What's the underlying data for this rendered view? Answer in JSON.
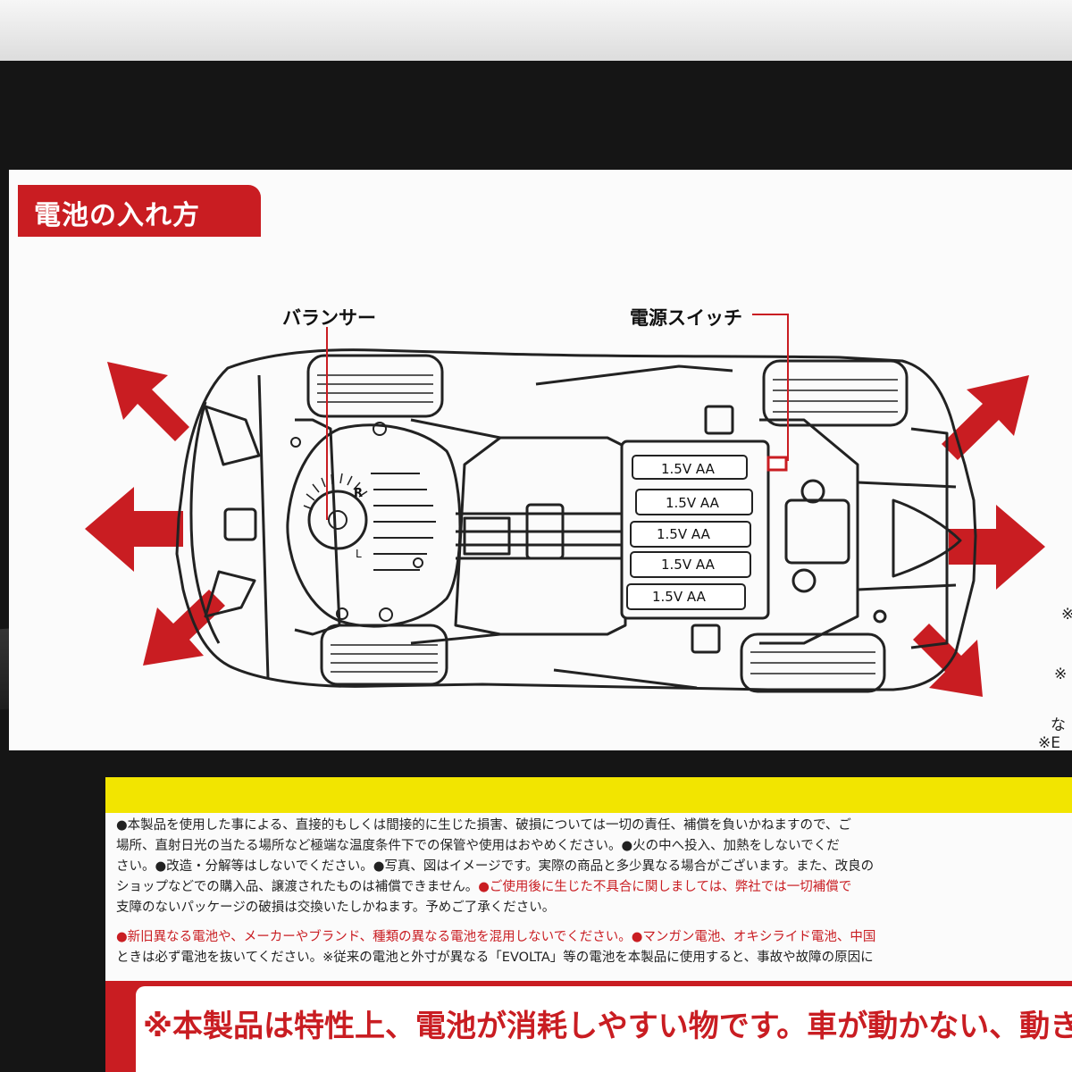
{
  "panel": {
    "title": "電池の入れ方",
    "balancer_label": "バランサー",
    "switch_label": "電源スイッチ",
    "batteries": [
      "1.5V AA",
      "1.5V AA",
      "1.5V AA",
      "1.5V AA",
      "1.5V AA"
    ],
    "dial_mark_r": "R",
    "dial_mark_l": "L"
  },
  "edge_notes": [
    "※",
    "※",
    "な",
    "※E"
  ],
  "fine_print": {
    "line1": "●本製品を使用した事による、直接的もしくは間接的に生じた損害、破損については一切の責任、補償を負いかねますので、ご",
    "line2": "場所、直射日光の当たる場所など極端な温度条件下での保管や使用はおやめください。●火の中へ投入、加熱をしないでくだ",
    "line3": "さい。●改造・分解等はしないでください。●写真、図はイメージです。実際の商品と多少異なる場合がございます。また、改良の",
    "line4a": "ショップなどでの購入品、譲渡されたものは補償できません。",
    "line4b": "●ご使用後に生じた不具合に関しましては、弊社では一切補償で",
    "line5": "支障のないパッケージの破損は交換いたしかねます。予めご了承ください。",
    "line6": "●新旧異なる電池や、メーカーやブランド、種類の異なる電池を混用しないでください。",
    "line7a": "ときは必ず電池を抜いてください。※従来の電池と外寸が異なる「EVOLTA」等の電池を本製品に使用すると、事故や故障の原因に",
    "line6b": "●マンガン電池、オキシライド電池、中国"
  },
  "bottom_banner": "※本製品は特性上、電池が消耗しやすい物です。車が動かない、動きが",
  "colors": {
    "accent_red": "#c91d22",
    "warning_yellow": "#f2e500"
  }
}
